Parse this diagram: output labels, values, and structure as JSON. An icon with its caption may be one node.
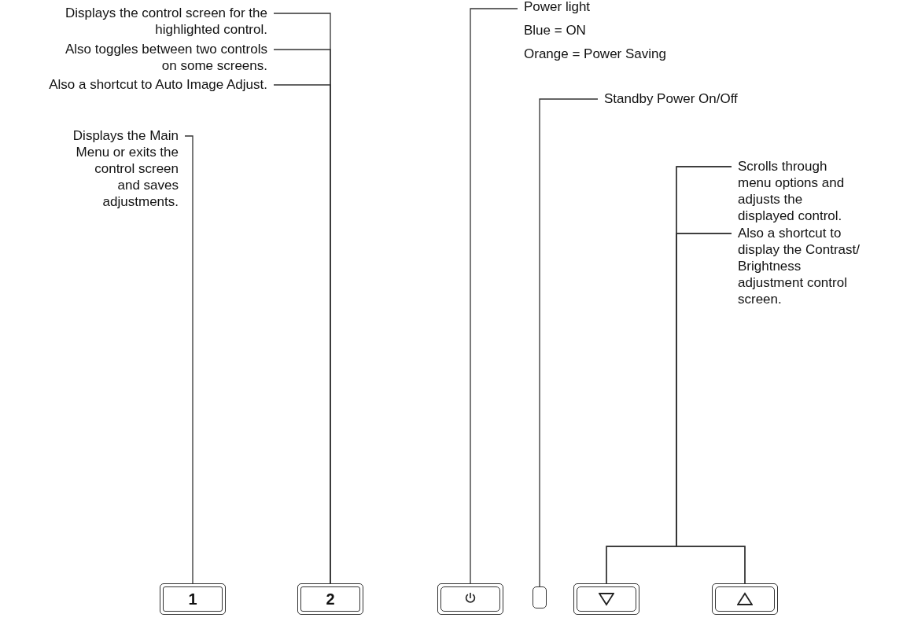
{
  "diagram": {
    "nodes": [
      {
        "text": [
          "Displays the control screen for the highlighted control."
        ]
      },
      {
        "text": [
          "Also toggles between two controls on some screens."
        ]
      },
      {
        "text": [
          "Also a shortcut to Auto Image Adjust."
        ]
      },
      {
        "text": [
          "Displays the Main Menu or exits the control screen and saves adjustments."
        ]
      },
      {
        "text": [
          "Power light",
          "Blue = ON",
          "Orange = Power Saving"
        ]
      },
      {
        "text": [
          "Standby Power On/Off"
        ]
      },
      {
        "text": [
          "Scrolls through menu options and adjusts the displayed control."
        ]
      },
      {
        "text": [
          "Also a shortcut to display the Contrast/ Brightness adjustment control screen."
        ]
      },
      {
        "text": [
          "1"
        ]
      },
      {
        "text": [
          "2"
        ]
      },
      {
        "text": [],
        "shape": "box"
      },
      {
        "text": [],
        "shape": "box"
      },
      {
        "text": [],
        "shape": "box"
      },
      {
        "text": [],
        "shape": "box"
      }
    ],
    "edges": [
      {
        "from": 0,
        "to": 9,
        "arrow": "none"
      },
      {
        "from": 1,
        "to": 9,
        "arrow": "none"
      },
      {
        "from": 2,
        "to": 9,
        "arrow": "none"
      },
      {
        "from": 3,
        "to": 8,
        "arrow": "none"
      },
      {
        "from": 4,
        "to": 10,
        "arrow": "none"
      },
      {
        "from": 5,
        "to": 11,
        "arrow": "none"
      },
      {
        "from": 6,
        "to": 12,
        "arrow": "none"
      },
      {
        "from": 6,
        "to": 13,
        "arrow": "none"
      },
      {
        "from": 7,
        "to": 12,
        "arrow": "none"
      },
      {
        "from": 7,
        "to": 13,
        "arrow": "none"
      }
    ]
  }
}
